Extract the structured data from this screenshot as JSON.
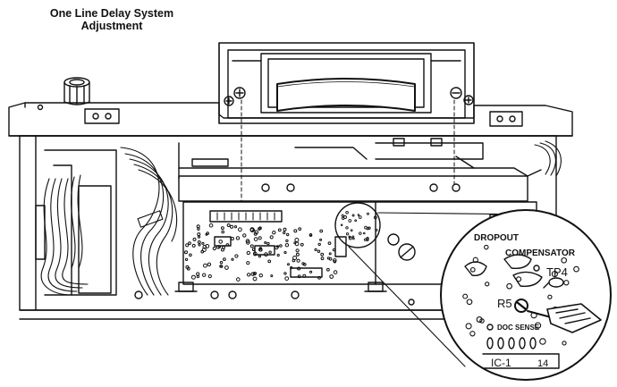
{
  "title": {
    "line1": "One Line Delay System",
    "line2": "Adjustment"
  },
  "callout_labels": {
    "dropout": "DROPOUT",
    "compensator": "COMPENSATOR",
    "tp4": "TP4",
    "r5": "R5",
    "doc_sense": "DOC SENSE",
    "ic_label": "IC-1",
    "pin_number": "14"
  },
  "colors": {
    "ink": "#111111",
    "paper": "#ffffff"
  }
}
